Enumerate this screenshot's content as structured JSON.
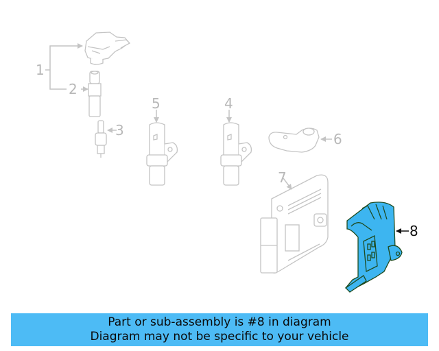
{
  "diagram": {
    "highlight_color": "#3db5f0",
    "highlight_outline": "#1e4a1e",
    "line_color": "#c4c4c4",
    "parts": [
      {
        "number": "1",
        "name": "ignition-coil-assembly",
        "highlighted": false
      },
      {
        "number": "2",
        "name": "coil-boot",
        "highlighted": false
      },
      {
        "number": "3",
        "name": "spark-plug",
        "highlighted": false
      },
      {
        "number": "4",
        "name": "sensor",
        "highlighted": false
      },
      {
        "number": "5",
        "name": "sensor",
        "highlighted": false
      },
      {
        "number": "6",
        "name": "sensor-bracket",
        "highlighted": false
      },
      {
        "number": "7",
        "name": "engine-control-module",
        "highlighted": false
      },
      {
        "number": "8",
        "name": "ecm-bracket",
        "highlighted": true
      }
    ]
  },
  "banner": {
    "background": "#4dbbf5",
    "line1": "Part or sub-assembly is #8 in diagram",
    "line2": "Diagram may not be specific to your vehicle"
  }
}
